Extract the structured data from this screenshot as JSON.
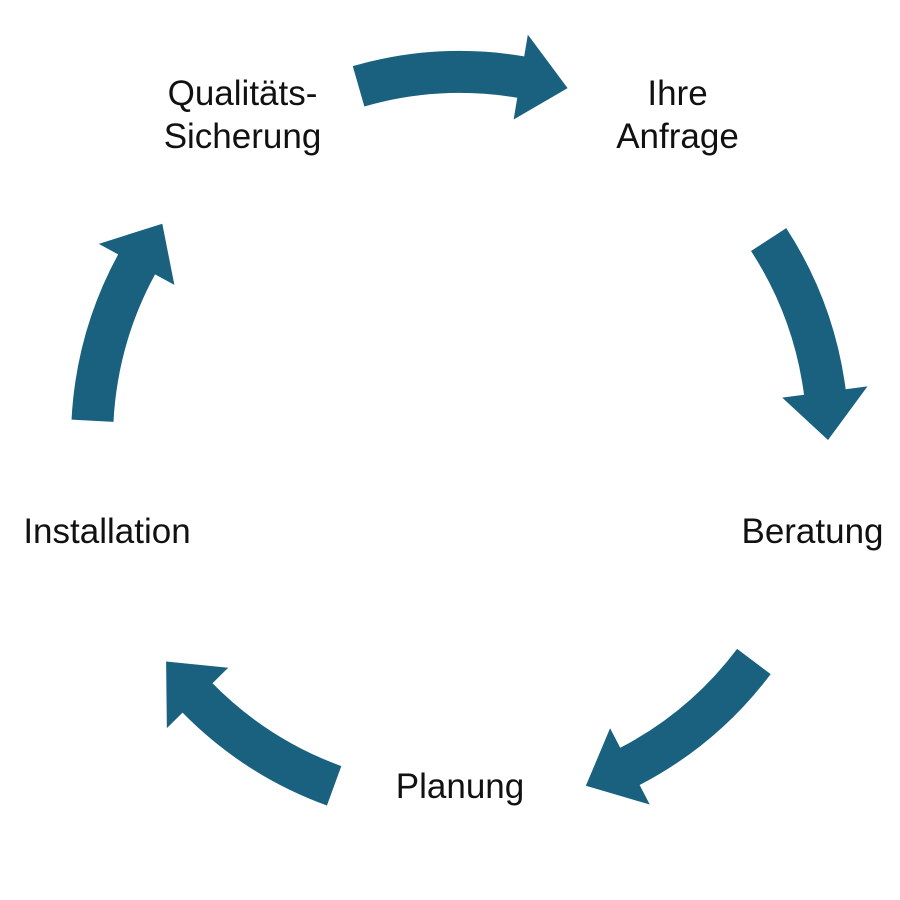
{
  "colors": {
    "arrow": "#19617f",
    "text": "#111111"
  },
  "steps": [
    {
      "label_lines": [
        "Ihre",
        "Anfrage"
      ]
    },
    {
      "label_lines": [
        "Beratung"
      ]
    },
    {
      "label_lines": [
        "Planung"
      ]
    },
    {
      "label_lines": [
        "Installation"
      ]
    },
    {
      "label_lines": [
        "Qualitäts-",
        "Sicherung"
      ]
    }
  ]
}
